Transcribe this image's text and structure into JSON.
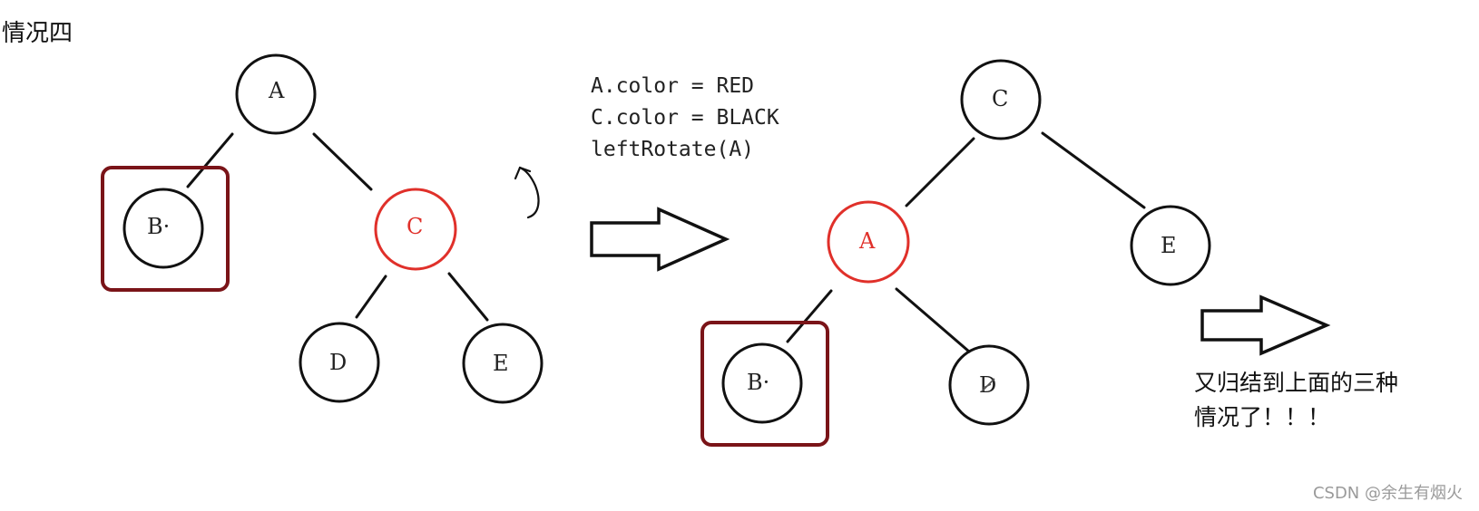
{
  "title": "情况四",
  "code_lines": [
    "A.color = RED",
    "C.color = BLACK",
    "leftRotate(A)"
  ],
  "note_lines": [
    "又归结到上面的三种",
    "情况了！！！"
  ],
  "watermark": "CSDN @余生有烟火",
  "colors": {
    "red_node": "#e0302a",
    "black_node": "#111111",
    "highlight_box": "#7a1418"
  },
  "before_tree": {
    "nodes": {
      "A": {
        "label": "A",
        "color": "black"
      },
      "B": {
        "label": "B·",
        "color": "black",
        "highlighted": true
      },
      "C": {
        "label": "C",
        "color": "red"
      },
      "D": {
        "label": "D",
        "color": "black"
      },
      "E": {
        "label": "E",
        "color": "black"
      }
    },
    "edges": [
      [
        "A",
        "B"
      ],
      [
        "A",
        "C"
      ],
      [
        "C",
        "D"
      ],
      [
        "C",
        "E"
      ]
    ]
  },
  "after_tree": {
    "nodes": {
      "C": {
        "label": "C",
        "color": "black"
      },
      "A": {
        "label": "A",
        "color": "red"
      },
      "E": {
        "label": "E",
        "color": "black"
      },
      "B": {
        "label": "B·",
        "color": "black",
        "highlighted": true
      },
      "D": {
        "label": "D",
        "color": "black"
      }
    },
    "edges": [
      [
        "C",
        "A"
      ],
      [
        "C",
        "E"
      ],
      [
        "A",
        "B"
      ],
      [
        "A",
        "D"
      ]
    ]
  }
}
